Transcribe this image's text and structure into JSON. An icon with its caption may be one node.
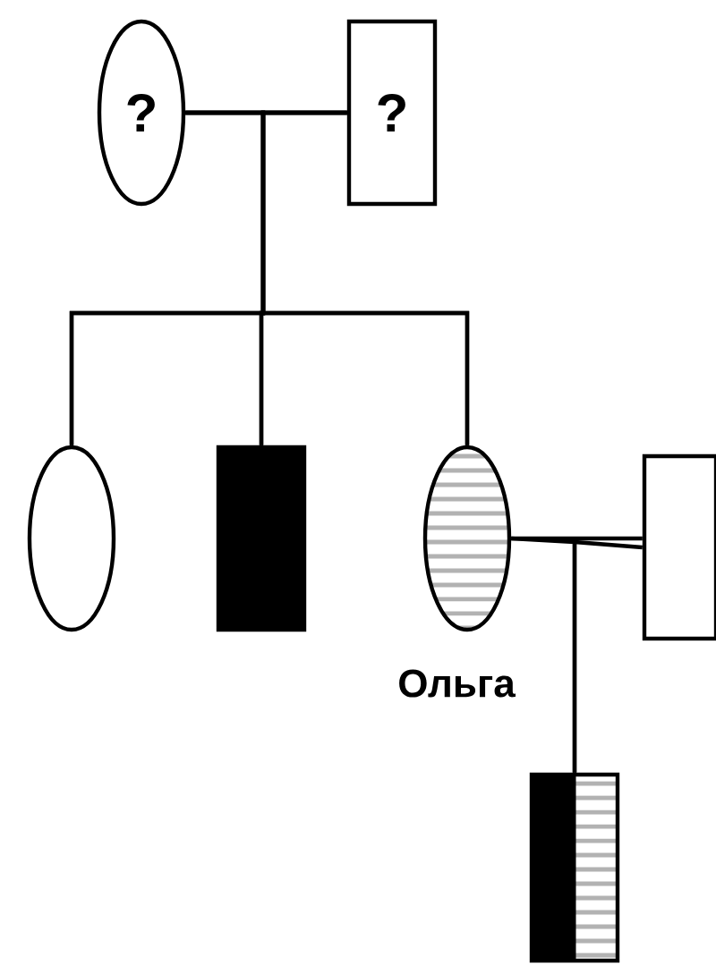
{
  "diagram": {
    "nodes": [
      {
        "text": [
          "?"
        ]
      },
      {
        "text": [
          "?"
        ]
      },
      {
        "text": [],
        "shape": "circle"
      },
      {
        "text": [],
        "shape": "box"
      },
      {
        "text": [],
        "shape": "circle",
        "beside": [
          "Ольга"
        ]
      },
      {
        "text": [],
        "shape": "box"
      },
      {
        "text": [],
        "shape": "box"
      }
    ],
    "edges": [
      {
        "from": 0,
        "to": 1,
        "arrow": "none"
      },
      {
        "from": 0,
        "to": 2,
        "arrow": "none"
      },
      {
        "from": 0,
        "to": 3,
        "arrow": "none"
      },
      {
        "from": 0,
        "to": 4,
        "arrow": "none"
      },
      {
        "from": 1,
        "to": 2,
        "arrow": "none"
      },
      {
        "from": 1,
        "to": 3,
        "arrow": "none"
      },
      {
        "from": 1,
        "to": 4,
        "arrow": "none"
      },
      {
        "from": 4,
        "to": 5,
        "arrow": "none"
      },
      {
        "from": 4,
        "to": 6,
        "arrow": "none"
      },
      {
        "from": 5,
        "to": 6,
        "arrow": "none"
      }
    ]
  }
}
